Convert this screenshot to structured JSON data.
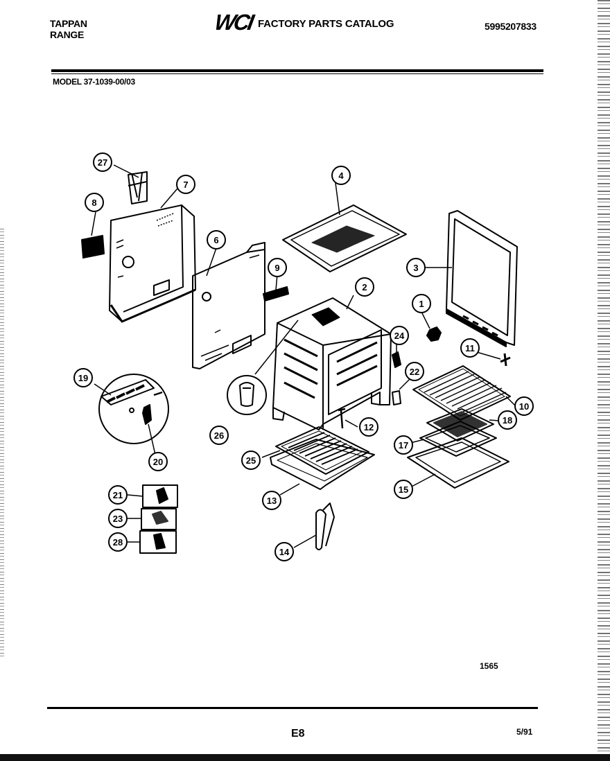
{
  "header": {
    "brand_line1": "TAPPAN",
    "brand_line2": "RANGE",
    "logo": "WCI",
    "catalog_title": "FACTORY PARTS CATALOG",
    "catalog_number": "5995207833",
    "model": "MODEL 37-1039-00/03"
  },
  "callouts": [
    "1",
    "2",
    "3",
    "4",
    "6",
    "7",
    "8",
    "9",
    "10",
    "11",
    "12",
    "13",
    "14",
    "15",
    "17",
    "18",
    "19",
    "20",
    "21",
    "22",
    "23",
    "24",
    "25",
    "26",
    "27",
    "28"
  ],
  "footer": {
    "drawing_number": "1565",
    "page_code": "E8",
    "date": "5/91"
  }
}
